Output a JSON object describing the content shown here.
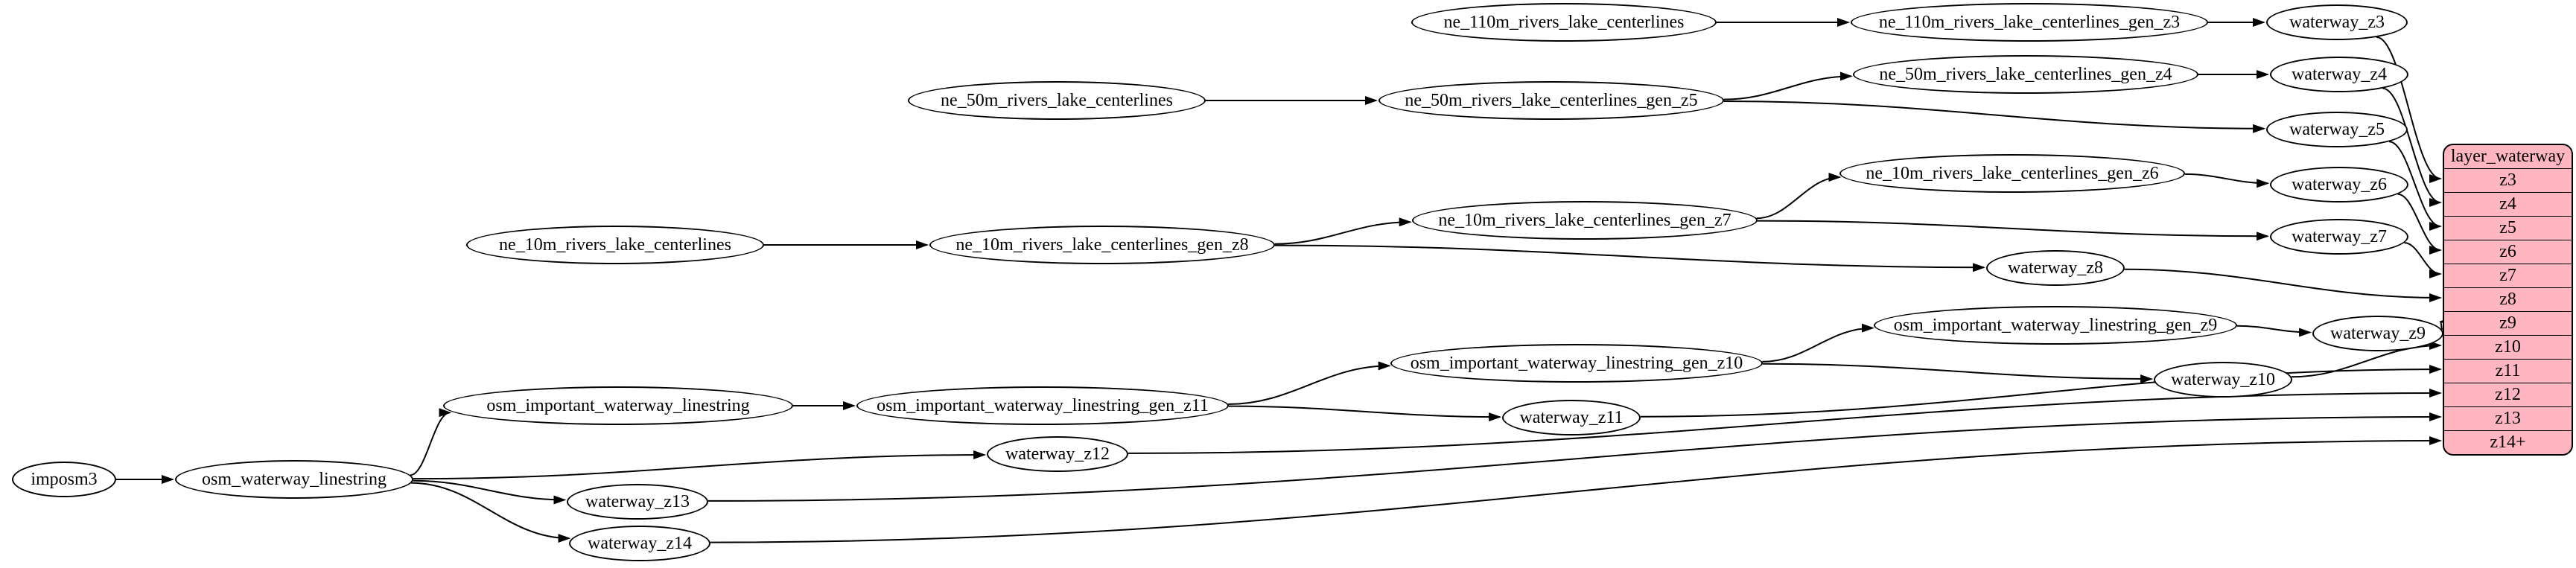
{
  "diagram": {
    "colors": {
      "background": "#ffffff",
      "node_fill": "#ffffff",
      "node_border": "#000000",
      "edge": "#000000",
      "table_fill": "#ffb6c1",
      "table_border": "#000000",
      "text": "#000000"
    },
    "nodes": {
      "imposm3": "imposm3",
      "osm_waterway_linestring": "osm_waterway_linestring",
      "osm_important_waterway_linestring": "osm_important_waterway_linestring",
      "osm_important_waterway_linestring_gen_z11": "osm_important_waterway_linestring_gen_z11",
      "osm_important_waterway_linestring_gen_z10": "osm_important_waterway_linestring_gen_z10",
      "osm_important_waterway_linestring_gen_z9": "osm_important_waterway_linestring_gen_z9",
      "ne_110m_rivers_lake_centerlines": "ne_110m_rivers_lake_centerlines",
      "ne_110m_rivers_lake_centerlines_gen_z3": "ne_110m_rivers_lake_centerlines_gen_z3",
      "ne_50m_rivers_lake_centerlines": "ne_50m_rivers_lake_centerlines",
      "ne_50m_rivers_lake_centerlines_gen_z5": "ne_50m_rivers_lake_centerlines_gen_z5",
      "ne_50m_rivers_lake_centerlines_gen_z4": "ne_50m_rivers_lake_centerlines_gen_z4",
      "ne_10m_rivers_lake_centerlines": "ne_10m_rivers_lake_centerlines",
      "ne_10m_rivers_lake_centerlines_gen_z8": "ne_10m_rivers_lake_centerlines_gen_z8",
      "ne_10m_rivers_lake_centerlines_gen_z7": "ne_10m_rivers_lake_centerlines_gen_z7",
      "ne_10m_rivers_lake_centerlines_gen_z6": "ne_10m_rivers_lake_centerlines_gen_z6",
      "waterway_z3": "waterway_z3",
      "waterway_z4": "waterway_z4",
      "waterway_z5": "waterway_z5",
      "waterway_z6": "waterway_z6",
      "waterway_z7": "waterway_z7",
      "waterway_z8": "waterway_z8",
      "waterway_z9": "waterway_z9",
      "waterway_z10": "waterway_z10",
      "waterway_z11": "waterway_z11",
      "waterway_z12": "waterway_z12",
      "waterway_z13": "waterway_z13",
      "waterway_z14": "waterway_z14"
    },
    "table": {
      "title": "layer_waterway",
      "rows": [
        "z3",
        "z4",
        "z5",
        "z6",
        "z7",
        "z8",
        "z9",
        "z10",
        "z11",
        "z12",
        "z13",
        "z14+"
      ]
    },
    "edges": [
      {
        "from": "ne_110m_rivers_lake_centerlines",
        "to": "ne_110m_rivers_lake_centerlines_gen_z3"
      },
      {
        "from": "ne_110m_rivers_lake_centerlines_gen_z3",
        "to": "waterway_z3"
      },
      {
        "from": "waterway_z3",
        "to": "row:z3"
      },
      {
        "from": "ne_50m_rivers_lake_centerlines",
        "to": "ne_50m_rivers_lake_centerlines_gen_z5"
      },
      {
        "from": "ne_50m_rivers_lake_centerlines_gen_z5",
        "to": "ne_50m_rivers_lake_centerlines_gen_z4"
      },
      {
        "from": "ne_50m_rivers_lake_centerlines_gen_z4",
        "to": "waterway_z4"
      },
      {
        "from": "ne_50m_rivers_lake_centerlines_gen_z5",
        "to": "waterway_z5"
      },
      {
        "from": "waterway_z4",
        "to": "row:z4"
      },
      {
        "from": "waterway_z5",
        "to": "row:z5"
      },
      {
        "from": "ne_10m_rivers_lake_centerlines",
        "to": "ne_10m_rivers_lake_centerlines_gen_z8"
      },
      {
        "from": "ne_10m_rivers_lake_centerlines_gen_z8",
        "to": "ne_10m_rivers_lake_centerlines_gen_z7"
      },
      {
        "from": "ne_10m_rivers_lake_centerlines_gen_z7",
        "to": "ne_10m_rivers_lake_centerlines_gen_z6"
      },
      {
        "from": "ne_10m_rivers_lake_centerlines_gen_z6",
        "to": "waterway_z6"
      },
      {
        "from": "ne_10m_rivers_lake_centerlines_gen_z7",
        "to": "waterway_z7"
      },
      {
        "from": "ne_10m_rivers_lake_centerlines_gen_z8",
        "to": "waterway_z8"
      },
      {
        "from": "waterway_z6",
        "to": "row:z6"
      },
      {
        "from": "waterway_z7",
        "to": "row:z7"
      },
      {
        "from": "waterway_z8",
        "to": "row:z8"
      },
      {
        "from": "imposm3",
        "to": "osm_waterway_linestring"
      },
      {
        "from": "osm_waterway_linestring",
        "to": "osm_important_waterway_linestring"
      },
      {
        "from": "osm_important_waterway_linestring",
        "to": "osm_important_waterway_linestring_gen_z11"
      },
      {
        "from": "osm_important_waterway_linestring_gen_z11",
        "to": "osm_important_waterway_linestring_gen_z10"
      },
      {
        "from": "osm_important_waterway_linestring_gen_z10",
        "to": "osm_important_waterway_linestring_gen_z9"
      },
      {
        "from": "osm_important_waterway_linestring_gen_z9",
        "to": "waterway_z9"
      },
      {
        "from": "osm_important_waterway_linestring_gen_z10",
        "to": "waterway_z10"
      },
      {
        "from": "osm_important_waterway_linestring_gen_z11",
        "to": "waterway_z11"
      },
      {
        "from": "waterway_z9",
        "to": "row:z9"
      },
      {
        "from": "waterway_z10",
        "to": "row:z10"
      },
      {
        "from": "waterway_z11",
        "to": "row:z11"
      },
      {
        "from": "osm_waterway_linestring",
        "to": "waterway_z12"
      },
      {
        "from": "osm_waterway_linestring",
        "to": "waterway_z13"
      },
      {
        "from": "osm_waterway_linestring",
        "to": "waterway_z14"
      },
      {
        "from": "waterway_z12",
        "to": "row:z12"
      },
      {
        "from": "waterway_z13",
        "to": "row:z13"
      },
      {
        "from": "waterway_z14",
        "to": "row:z14plus"
      }
    ]
  }
}
